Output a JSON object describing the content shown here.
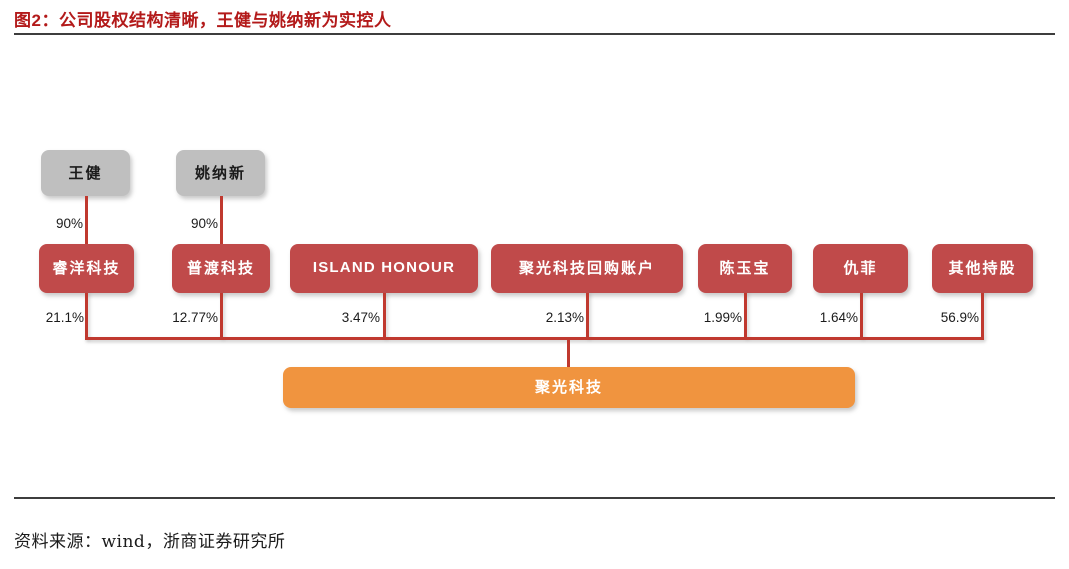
{
  "figure": {
    "title": "图2：公司股权结构清晰，王健与姚纳新为实控人",
    "title_color": "#b31a1a",
    "source": "资料来源：wind，浙商证券研究所"
  },
  "chart_data": {
    "type": "diagram",
    "title": "图2：公司股权结构清晰，王健与姚纳新为实控人",
    "company": "聚光科技",
    "company_color": "#f0943f",
    "shareholder_color": "#c04a4a",
    "person_color": "#bfbfbf",
    "persons": [
      {
        "name": "王健",
        "holds": "睿洋科技",
        "pct": "90%"
      },
      {
        "name": "姚纳新",
        "holds": "普渡科技",
        "pct": "90%"
      }
    ],
    "shareholders": [
      {
        "name": "睿洋科技",
        "pct": "21.1%"
      },
      {
        "name": "普渡科技",
        "pct": "12.77%"
      },
      {
        "name": "ISLAND HONOUR",
        "pct": "3.47%"
      },
      {
        "name": "聚光科技回购账户",
        "pct": "2.13%"
      },
      {
        "name": "陈玉宝",
        "pct": "1.99%"
      },
      {
        "name": "仇菲",
        "pct": "1.64%"
      },
      {
        "name": "其他持股",
        "pct": "56.9%"
      }
    ]
  }
}
